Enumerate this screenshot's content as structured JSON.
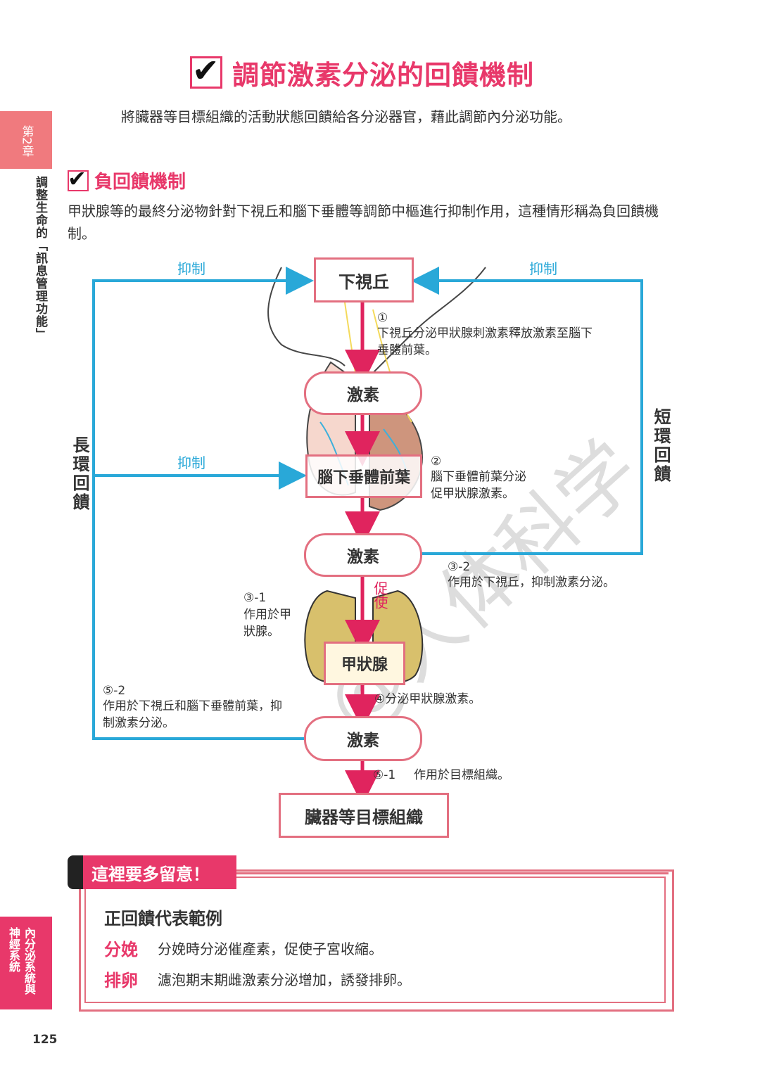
{
  "side": {
    "chapter": "第2章",
    "chapter_title": "調整生命的「訊息管理功能」",
    "section": "內分泌系統與神經系統",
    "page": "125"
  },
  "heading": {
    "title": "調節激素分泌的回饋機制",
    "intro": "將臟器等目標組織的活動狀態回饋給各分泌器官，藉此調節內分泌功能。"
  },
  "negative": {
    "title": "負回饋機制",
    "text": "甲狀腺等的最終分泌物針對下視丘和腦下垂體等調節中樞進行抑制作用，這種情形稱為負回饋機制。"
  },
  "diagram": {
    "hypothalamus": "下視丘",
    "hormone1": "激素",
    "pituitary": "腦下垂體前葉",
    "hormone2": "激素",
    "thyroid": "甲狀腺",
    "hormone3": "激素",
    "target": "臟器等目標組織",
    "inhibit_left_top": "抑制",
    "inhibit_right_top": "抑制",
    "inhibit_left_mid": "抑制",
    "long_loop": "長環回饋",
    "short_loop": "短環回饋",
    "promote": "促使",
    "step1_num": "①",
    "step1_text": "下視丘分泌甲狀腺刺激素釋放激素至腦下垂體前葉。",
    "step2_num": "②",
    "step2_text": "腦下垂體前葉分泌促甲狀腺激素。",
    "step3_2_num": "③-2",
    "step3_2_text": "作用於下視丘，抑制激素分泌。",
    "step3_1_num": "③-1",
    "step3_1_text": "作用於甲狀腺。",
    "step4_text": "④分泌甲狀腺激素。",
    "step5_2_num": "⑤-2",
    "step5_2_text": "作用於下視丘和腦下垂體前葉，抑制激素分泌。",
    "step5_1_num": "⑤-1",
    "step5_1_text": "作用於目標組織。",
    "watermark": "@人体科学"
  },
  "note": {
    "tab": "這裡要多留意！",
    "title": "正回饋代表範例",
    "rows": [
      {
        "key": "分娩",
        "value": "分娩時分泌催產素，促使子宮收縮。"
      },
      {
        "key": "排卵",
        "value": "濾泡期末期雌激素分泌增加，誘發排卵。"
      }
    ]
  },
  "colors": {
    "accent": "#e8386a",
    "box_border": "#e36f80",
    "arrow_red": "#e0245e",
    "feedback_blue": "#29a8d8"
  }
}
